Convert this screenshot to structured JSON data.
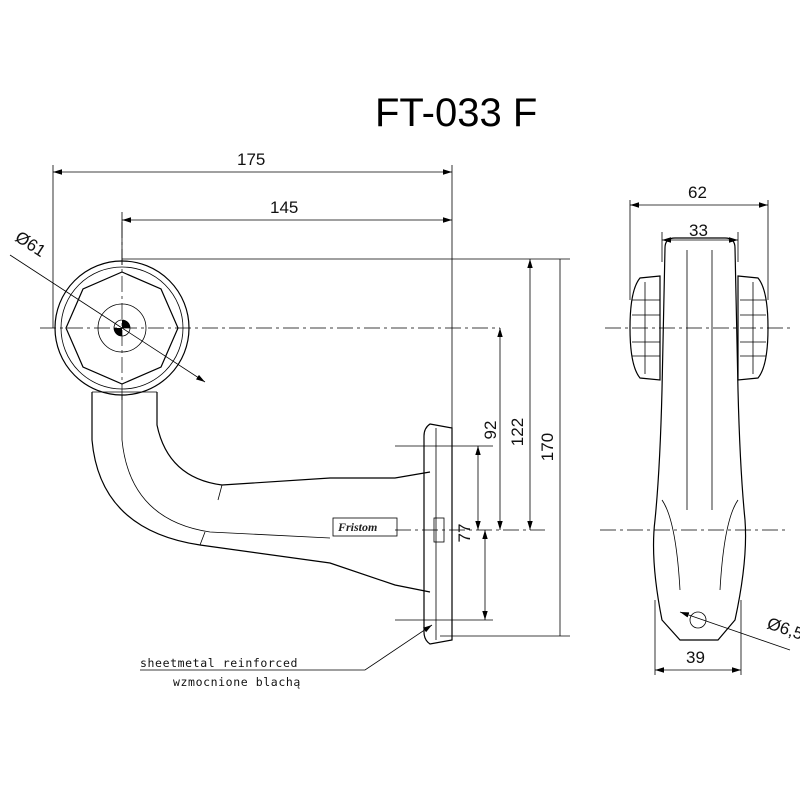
{
  "title": "FT-033 F",
  "brand_label": "Fristom",
  "front_view": {
    "dimensions": {
      "overall_length": "175",
      "arm_length": "145",
      "lens_diameter": "Ø61",
      "center_height_small": "92",
      "center_height_medium": "122",
      "overall_height": "170",
      "mount_height": "77"
    }
  },
  "side_view": {
    "dimensions": {
      "overall_width": "62",
      "lens_width": "33",
      "base_width": "39",
      "hole_diameter": "Ø6,5"
    }
  },
  "note": {
    "line1": "sheetmetal reinforced",
    "line2": "wzmocnione blachą"
  }
}
